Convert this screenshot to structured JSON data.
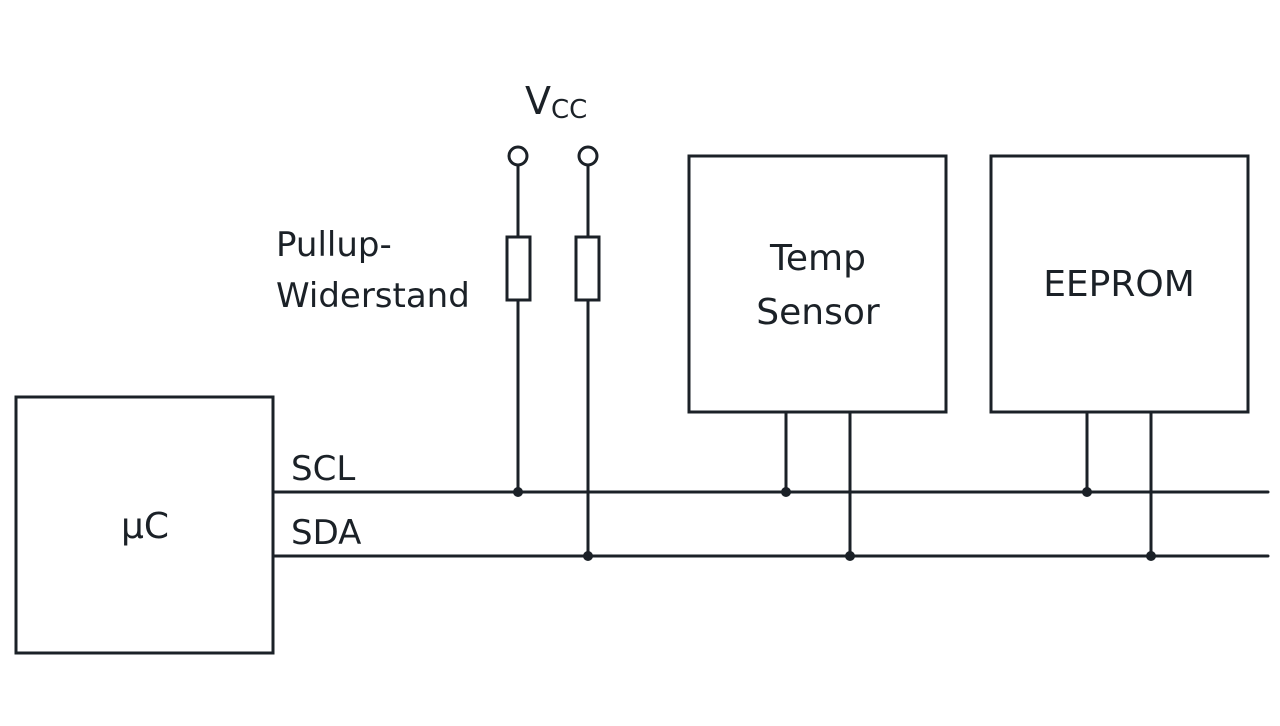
{
  "diagram": {
    "type": "I2C bus schematic",
    "colors": {
      "line": "#1b2127",
      "background": "#ffffff"
    },
    "supply": {
      "label_main": "V",
      "label_sub": "CC"
    },
    "pullup": {
      "label_line1": "Pullup-",
      "label_line2": "Widerstand"
    },
    "bus": {
      "scl_label": "SCL",
      "sda_label": "SDA"
    },
    "blocks": {
      "microcontroller": "µC",
      "temp_sensor_line1": "Temp",
      "temp_sensor_line2": "Sensor",
      "eeprom": "EEPROM"
    }
  }
}
